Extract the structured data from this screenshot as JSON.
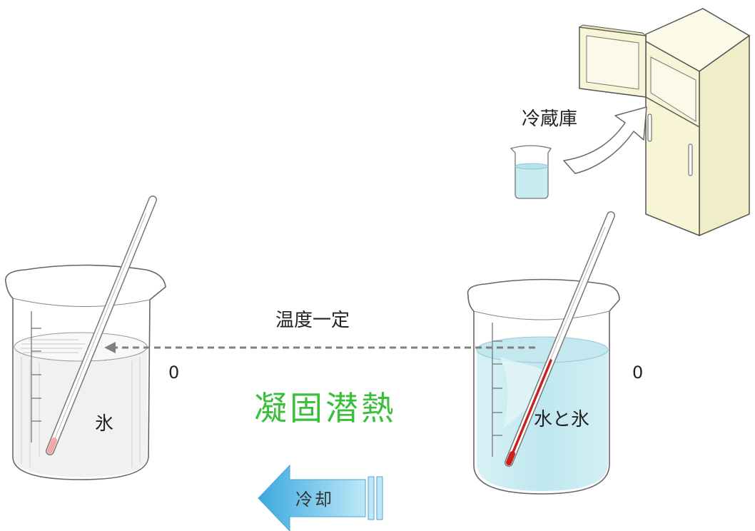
{
  "labels": {
    "fridge": "冷蔵庫",
    "constant_temperature": "温度一定",
    "zero_left": "0",
    "zero_right": "0",
    "ice": "氷",
    "water_and_ice": "水と氷",
    "latent_heat": "凝固潜熱",
    "cooling": "冷却"
  },
  "colors": {
    "latent_heat_text": "#3bbf3b",
    "water": "#c9ecf2",
    "fridge_body": "#f7f5d6",
    "cool_arrow": "#6cc3e8",
    "thermometer_red": "#cc1f1f"
  }
}
